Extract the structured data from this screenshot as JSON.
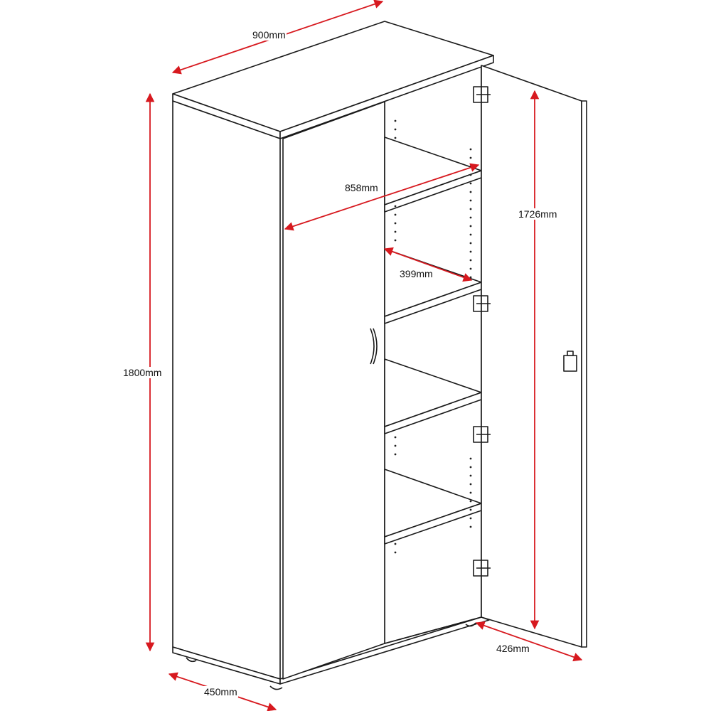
{
  "title": "Cupboard dimension drawing",
  "dimensions": {
    "width": "900mm",
    "height": "1800mm",
    "depth": "450mm",
    "internal_width": "858mm",
    "shelf_depth": "399mm",
    "door_height": "1726mm",
    "door_width": "426mm"
  },
  "colors": {
    "dimension_line": "#d7191f",
    "outline": "#1a1a1a"
  }
}
